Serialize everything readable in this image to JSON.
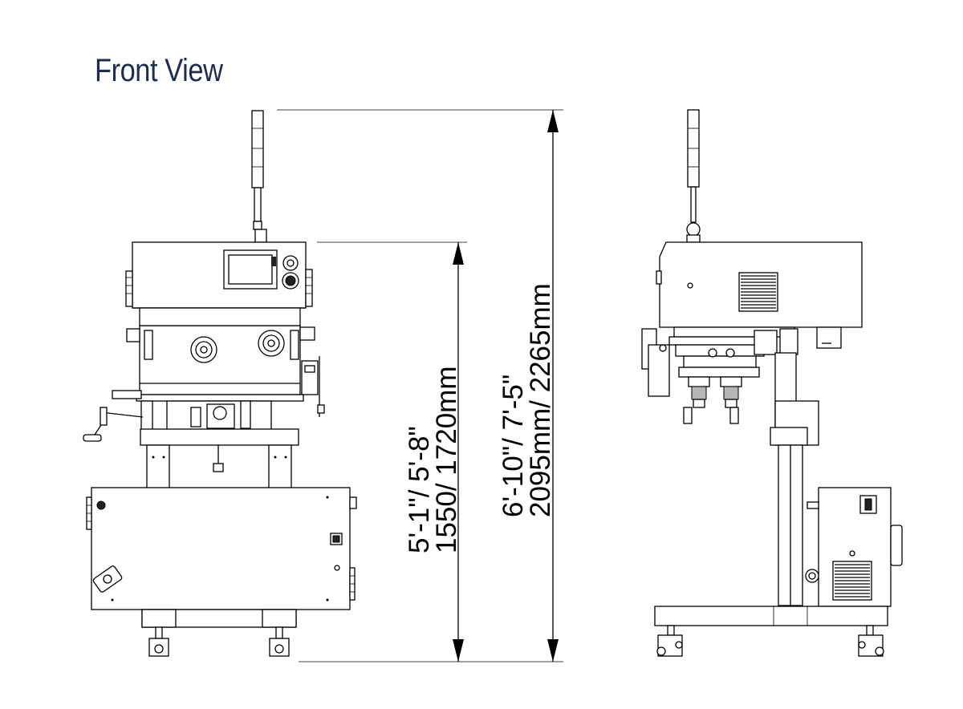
{
  "header": {
    "title": "Front View"
  },
  "dimensions": {
    "inner": {
      "line1": "5'-1\"/ 5'-8\"",
      "line2": "1550/ 1720mm"
    },
    "outer": {
      "line1": "6'-10\"/ 7'-5\"",
      "line2": "2095mm/ 2265mm"
    }
  }
}
